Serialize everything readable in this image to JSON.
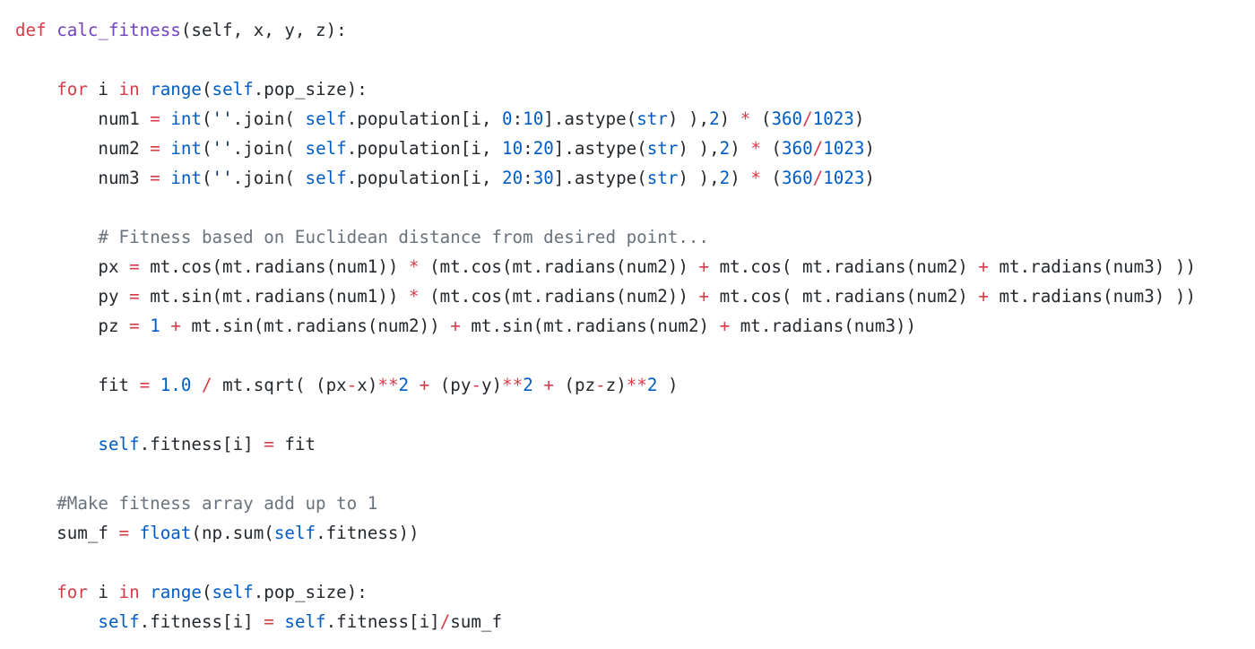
{
  "code": {
    "language": "python",
    "theme_colors": {
      "keyword": "#d73a49",
      "function_name": "#6f42c1",
      "builtin": "#005cc5",
      "number": "#005cc5",
      "operator": "#d73a49",
      "comment": "#6a737d",
      "string": "#032f62",
      "text": "#24292e"
    },
    "lines": [
      [
        [
          "kw",
          "def"
        ],
        [
          "plain",
          " "
        ],
        [
          "fn",
          "calc_fitness"
        ],
        [
          "plain",
          "(self, x, y, z):"
        ]
      ],
      [],
      [
        [
          "plain",
          "    "
        ],
        [
          "kw",
          "for"
        ],
        [
          "plain",
          " i "
        ],
        [
          "kw",
          "in"
        ],
        [
          "plain",
          " "
        ],
        [
          "bi",
          "range"
        ],
        [
          "plain",
          "("
        ],
        [
          "bi",
          "self"
        ],
        [
          "plain",
          ".pop_size):"
        ]
      ],
      [
        [
          "plain",
          "        num1 "
        ],
        [
          "op",
          "="
        ],
        [
          "plain",
          " "
        ],
        [
          "bi",
          "int"
        ],
        [
          "plain",
          "("
        ],
        [
          "str",
          "''"
        ],
        [
          "plain",
          ".join( "
        ],
        [
          "bi",
          "self"
        ],
        [
          "plain",
          ".population[i, "
        ],
        [
          "num",
          "0"
        ],
        [
          "plain",
          ":"
        ],
        [
          "num",
          "10"
        ],
        [
          "plain",
          "].astype("
        ],
        [
          "bi",
          "str"
        ],
        [
          "plain",
          ") ),"
        ],
        [
          "num",
          "2"
        ],
        [
          "plain",
          ") "
        ],
        [
          "op",
          "*"
        ],
        [
          "plain",
          " ("
        ],
        [
          "num",
          "360"
        ],
        [
          "op",
          "/"
        ],
        [
          "num",
          "1023"
        ],
        [
          "plain",
          ")"
        ]
      ],
      [
        [
          "plain",
          "        num2 "
        ],
        [
          "op",
          "="
        ],
        [
          "plain",
          " "
        ],
        [
          "bi",
          "int"
        ],
        [
          "plain",
          "("
        ],
        [
          "str",
          "''"
        ],
        [
          "plain",
          ".join( "
        ],
        [
          "bi",
          "self"
        ],
        [
          "plain",
          ".population[i, "
        ],
        [
          "num",
          "10"
        ],
        [
          "plain",
          ":"
        ],
        [
          "num",
          "20"
        ],
        [
          "plain",
          "].astype("
        ],
        [
          "bi",
          "str"
        ],
        [
          "plain",
          ") ),"
        ],
        [
          "num",
          "2"
        ],
        [
          "plain",
          ") "
        ],
        [
          "op",
          "*"
        ],
        [
          "plain",
          " ("
        ],
        [
          "num",
          "360"
        ],
        [
          "op",
          "/"
        ],
        [
          "num",
          "1023"
        ],
        [
          "plain",
          ")"
        ]
      ],
      [
        [
          "plain",
          "        num3 "
        ],
        [
          "op",
          "="
        ],
        [
          "plain",
          " "
        ],
        [
          "bi",
          "int"
        ],
        [
          "plain",
          "("
        ],
        [
          "str",
          "''"
        ],
        [
          "plain",
          ".join( "
        ],
        [
          "bi",
          "self"
        ],
        [
          "plain",
          ".population[i, "
        ],
        [
          "num",
          "20"
        ],
        [
          "plain",
          ":"
        ],
        [
          "num",
          "30"
        ],
        [
          "plain",
          "].astype("
        ],
        [
          "bi",
          "str"
        ],
        [
          "plain",
          ") ),"
        ],
        [
          "num",
          "2"
        ],
        [
          "plain",
          ") "
        ],
        [
          "op",
          "*"
        ],
        [
          "plain",
          " ("
        ],
        [
          "num",
          "360"
        ],
        [
          "op",
          "/"
        ],
        [
          "num",
          "1023"
        ],
        [
          "plain",
          ")"
        ]
      ],
      [],
      [
        [
          "plain",
          "        "
        ],
        [
          "com",
          "# Fitness based on Euclidean distance from desired point..."
        ]
      ],
      [
        [
          "plain",
          "        px "
        ],
        [
          "op",
          "="
        ],
        [
          "plain",
          " mt.cos(mt.radians(num1)) "
        ],
        [
          "op",
          "*"
        ],
        [
          "plain",
          " (mt.cos(mt.radians(num2)) "
        ],
        [
          "op",
          "+"
        ],
        [
          "plain",
          " mt.cos( mt.radians(num2) "
        ],
        [
          "op",
          "+"
        ],
        [
          "plain",
          " mt.radians(num3) ))"
        ]
      ],
      [
        [
          "plain",
          "        py "
        ],
        [
          "op",
          "="
        ],
        [
          "plain",
          " mt.sin(mt.radians(num1)) "
        ],
        [
          "op",
          "*"
        ],
        [
          "plain",
          " (mt.cos(mt.radians(num2)) "
        ],
        [
          "op",
          "+"
        ],
        [
          "plain",
          " mt.cos( mt.radians(num2) "
        ],
        [
          "op",
          "+"
        ],
        [
          "plain",
          " mt.radians(num3) ))"
        ]
      ],
      [
        [
          "plain",
          "        pz "
        ],
        [
          "op",
          "="
        ],
        [
          "plain",
          " "
        ],
        [
          "num",
          "1"
        ],
        [
          "plain",
          " "
        ],
        [
          "op",
          "+"
        ],
        [
          "plain",
          " mt.sin(mt.radians(num2)) "
        ],
        [
          "op",
          "+"
        ],
        [
          "plain",
          " mt.sin(mt.radians(num2) "
        ],
        [
          "op",
          "+"
        ],
        [
          "plain",
          " mt.radians(num3))"
        ]
      ],
      [],
      [
        [
          "plain",
          "        fit "
        ],
        [
          "op",
          "="
        ],
        [
          "plain",
          " "
        ],
        [
          "num",
          "1.0"
        ],
        [
          "plain",
          " "
        ],
        [
          "op",
          "/"
        ],
        [
          "plain",
          " mt.sqrt( (px"
        ],
        [
          "op",
          "-"
        ],
        [
          "plain",
          "x)"
        ],
        [
          "op",
          "**"
        ],
        [
          "num",
          "2"
        ],
        [
          "plain",
          " "
        ],
        [
          "op",
          "+"
        ],
        [
          "plain",
          " (py"
        ],
        [
          "op",
          "-"
        ],
        [
          "plain",
          "y)"
        ],
        [
          "op",
          "**"
        ],
        [
          "num",
          "2"
        ],
        [
          "plain",
          " "
        ],
        [
          "op",
          "+"
        ],
        [
          "plain",
          " (pz"
        ],
        [
          "op",
          "-"
        ],
        [
          "plain",
          "z)"
        ],
        [
          "op",
          "**"
        ],
        [
          "num",
          "2"
        ],
        [
          "plain",
          " )"
        ]
      ],
      [],
      [
        [
          "plain",
          "        "
        ],
        [
          "bi",
          "self"
        ],
        [
          "plain",
          ".fitness[i] "
        ],
        [
          "op",
          "="
        ],
        [
          "plain",
          " fit"
        ]
      ],
      [],
      [
        [
          "plain",
          "    "
        ],
        [
          "com",
          "#Make fitness array add up to 1"
        ]
      ],
      [
        [
          "plain",
          "    sum_f "
        ],
        [
          "op",
          "="
        ],
        [
          "plain",
          " "
        ],
        [
          "bi",
          "float"
        ],
        [
          "plain",
          "(np.sum("
        ],
        [
          "bi",
          "self"
        ],
        [
          "plain",
          ".fitness))"
        ]
      ],
      [],
      [
        [
          "plain",
          "    "
        ],
        [
          "kw",
          "for"
        ],
        [
          "plain",
          " i "
        ],
        [
          "kw",
          "in"
        ],
        [
          "plain",
          " "
        ],
        [
          "bi",
          "range"
        ],
        [
          "plain",
          "("
        ],
        [
          "bi",
          "self"
        ],
        [
          "plain",
          ".pop_size):"
        ]
      ],
      [
        [
          "plain",
          "        "
        ],
        [
          "bi",
          "self"
        ],
        [
          "plain",
          ".fitness[i] "
        ],
        [
          "op",
          "="
        ],
        [
          "plain",
          " "
        ],
        [
          "bi",
          "self"
        ],
        [
          "plain",
          ".fitness[i]"
        ],
        [
          "op",
          "/"
        ],
        [
          "plain",
          "sum_f"
        ]
      ]
    ]
  }
}
